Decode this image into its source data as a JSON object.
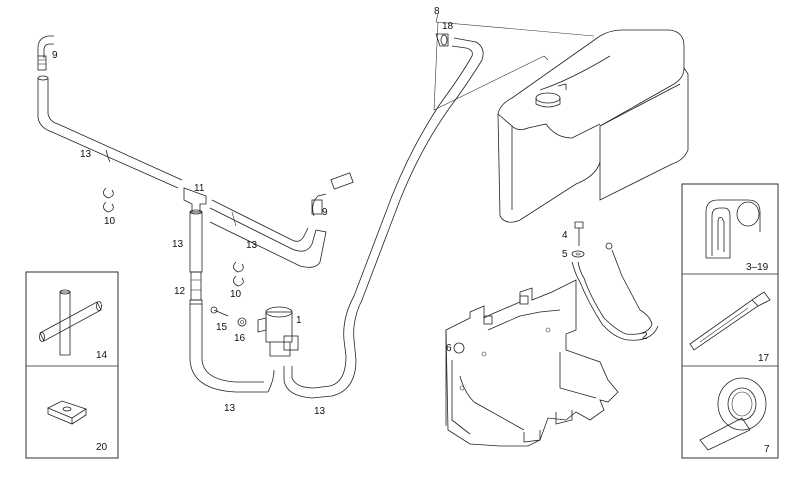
{
  "labels": {
    "p1": "1",
    "p2": "2",
    "p3_19": "3–19",
    "p4": "4",
    "p5": "5",
    "p6": "6",
    "p7": "7",
    "p8": "8",
    "p9a": "9",
    "p9b": "9",
    "p10a": "10",
    "p10b": "10",
    "p11": "11",
    "p12": "12",
    "p13a": "13",
    "p13b": "13",
    "p13c": "13",
    "p13d": "13",
    "p13e": "13",
    "p14": "14",
    "p15": "15",
    "p16": "16",
    "p17": "17",
    "p18": "18",
    "p20": "20"
  }
}
